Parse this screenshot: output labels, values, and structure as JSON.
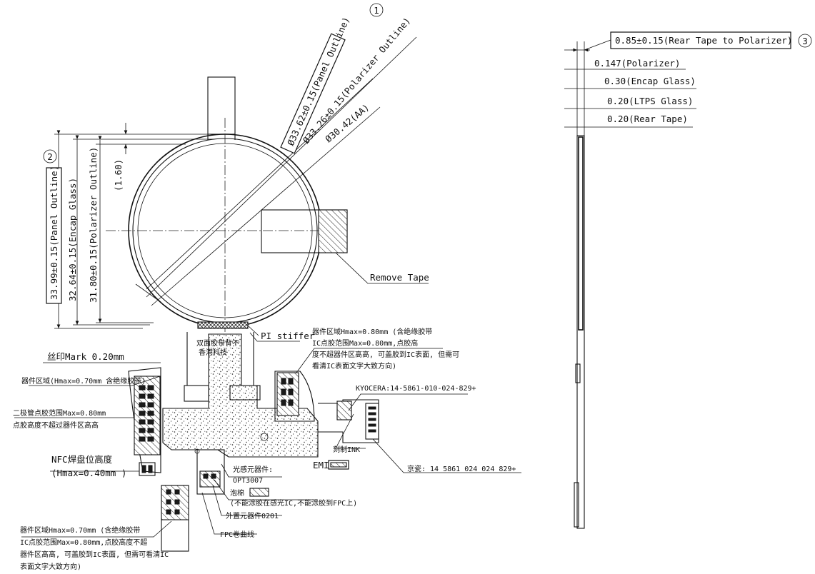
{
  "front_view": {
    "callout_1": "1",
    "callout_2": "2",
    "dia_panel": "Ø33.62±0.15(Panel Outline)",
    "dia_polarizer": "Ø33.26±0.15(Polarizer Outline)",
    "dia_aa": "Ø30.42(AA)",
    "h_panel": "33.99±0.15(Panel Outline)",
    "h_encap": "32.64±0.15(Encap Glass)",
    "h_polarizer": "31.80±0.15(Polarizer Outline)",
    "gap_1_60": "(1.60)",
    "remove_tape": "Remove Tape",
    "pi_stiffer": "PI stiffer",
    "note_double_tape": "双面胶带背不",
    "note_double_tape_2": "香港科技",
    "silk_mark": "丝印Mark 0.20mm",
    "comp_area_left": "器件区域(Hmax=0.70mm 含绝缘胶带)",
    "qr_line1": "二极管点胶范围Max=0.80mm",
    "qr_line2": "点胶高度不超过器件区高高",
    "nfc_line1": "NFC焊盘位高度",
    "nfc_line2": "(Hmax=0.40mm )",
    "comp_top_line1": "器件区域Hmax=0.80mm (含绝缘胶带",
    "comp_top_line2": "IC点胶范围Max=0.80mm,点胶高",
    "comp_top_line3": "度不超器件区高高, 可盖胶到IC表面, 但需可",
    "comp_top_line4": "看清IC表面文字大致方向)",
    "kyocera": "KYOCERA:14-5861-010-024-829+",
    "ink": "刻制INK",
    "emi": "EMI",
    "connector_note": "京瓷: 14 5861 024 024 829+",
    "opt_label": "光感元器件:",
    "opt_part": "OPT3007",
    "tape_line1": "泡棉",
    "tape_line2": "(不能涂胶在感光IC,不能涂胶到FPC上)",
    "resistor": "外置元器件0201",
    "fpc": "FPC卷曲线",
    "comp_bottom_line1": "器件区域Hmax=0.70mm (含绝缘胶带",
    "comp_bottom_line2": "IC点胶范围Max=0.80mm,点胶高度不超",
    "comp_bottom_line3": "器件区高高, 可盖胶到IC表面, 但需可看清IC",
    "comp_bottom_line4": "表面文字大致方向)"
  },
  "side_view": {
    "callout_3": "3",
    "total": "0.85±0.15(Rear Tape to Polarizer)",
    "polarizer": "0.147(Polarizer)",
    "encap": "0.30(Encap Glass)",
    "ltps": "0.20(LTPS Glass)",
    "rear_tape": "0.20(Rear Tape)"
  }
}
